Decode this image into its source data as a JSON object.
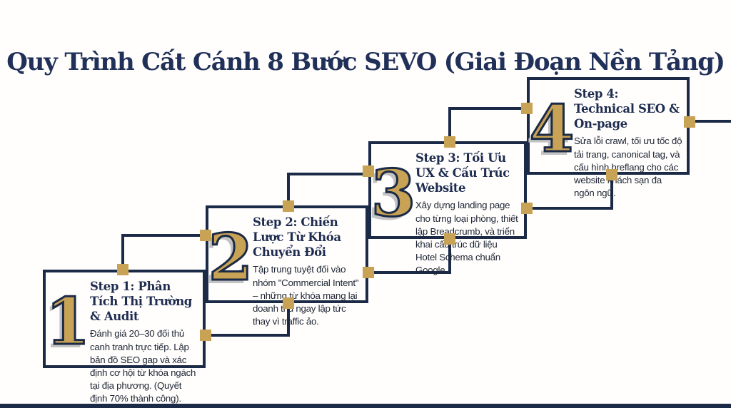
{
  "title": "Quy Trình Cất Cánh 8 Bước SEVO (Giai Đoạn Nền Tảng)",
  "colors": {
    "navy": "#1b2a47",
    "gold": "#c9a355",
    "title_navy": "#203058",
    "body_text": "#1d2433",
    "background": "#fffefc"
  },
  "steps": [
    {
      "number": "1",
      "heading": "Step 1: Phân Tích Thị Trường & Audit",
      "body": "Đánh giá 20–30 đối thủ canh tranh trực tiếp. Lập bản đồ SEO gap và xác định cơ hội từ khóa ngách tại địa phương. (Quyết định 70% thành công)."
    },
    {
      "number": "2",
      "heading": "Step 2: Chiến Lược Từ Khóa Chuyển Đổi",
      "body": "Tập trung tuyệt đối vào nhóm \"Commercial Intent\" – những từ khóa mang lại doanh thu ngay lập tức thay vì traffic ảo."
    },
    {
      "number": "3",
      "heading": "Step 3: Tối Ưu UX & Cấu Trúc Website",
      "body": "Xây dựng landing page cho từng loại phòng, thiết lập Breadcrumb, và triển khai cấu trúc dữ liệu Hotel Schema chuẩn Google."
    },
    {
      "number": "4",
      "heading": "Step 4: Technical SEO & On-page",
      "body": "Sửa lỗi crawl, tối ưu tốc độ tải trang, canonical tag, và cấu hình hreflang cho các website khách sạn đa ngôn ngữ."
    }
  ]
}
